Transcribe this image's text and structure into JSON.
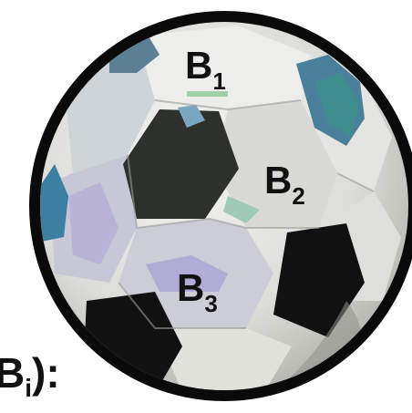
{
  "labels": [
    {
      "main": "B",
      "sub": "1"
    },
    {
      "main": "B",
      "sub": "2"
    },
    {
      "main": "B",
      "sub": "3"
    }
  ],
  "formula": {
    "prefix": "B",
    "sub": "i",
    "suffix": "):"
  },
  "colors": {
    "outline": "#0a0a0a",
    "panel_light": "#e8e8e6",
    "panel_dark": "#2e302c",
    "panel_black": "#101010",
    "accent_blue": "#4a7f9c",
    "accent_teal": "#3e8c8e",
    "accent_lavender": "#b9b3d8",
    "accent_green": "#9fd0a8"
  }
}
